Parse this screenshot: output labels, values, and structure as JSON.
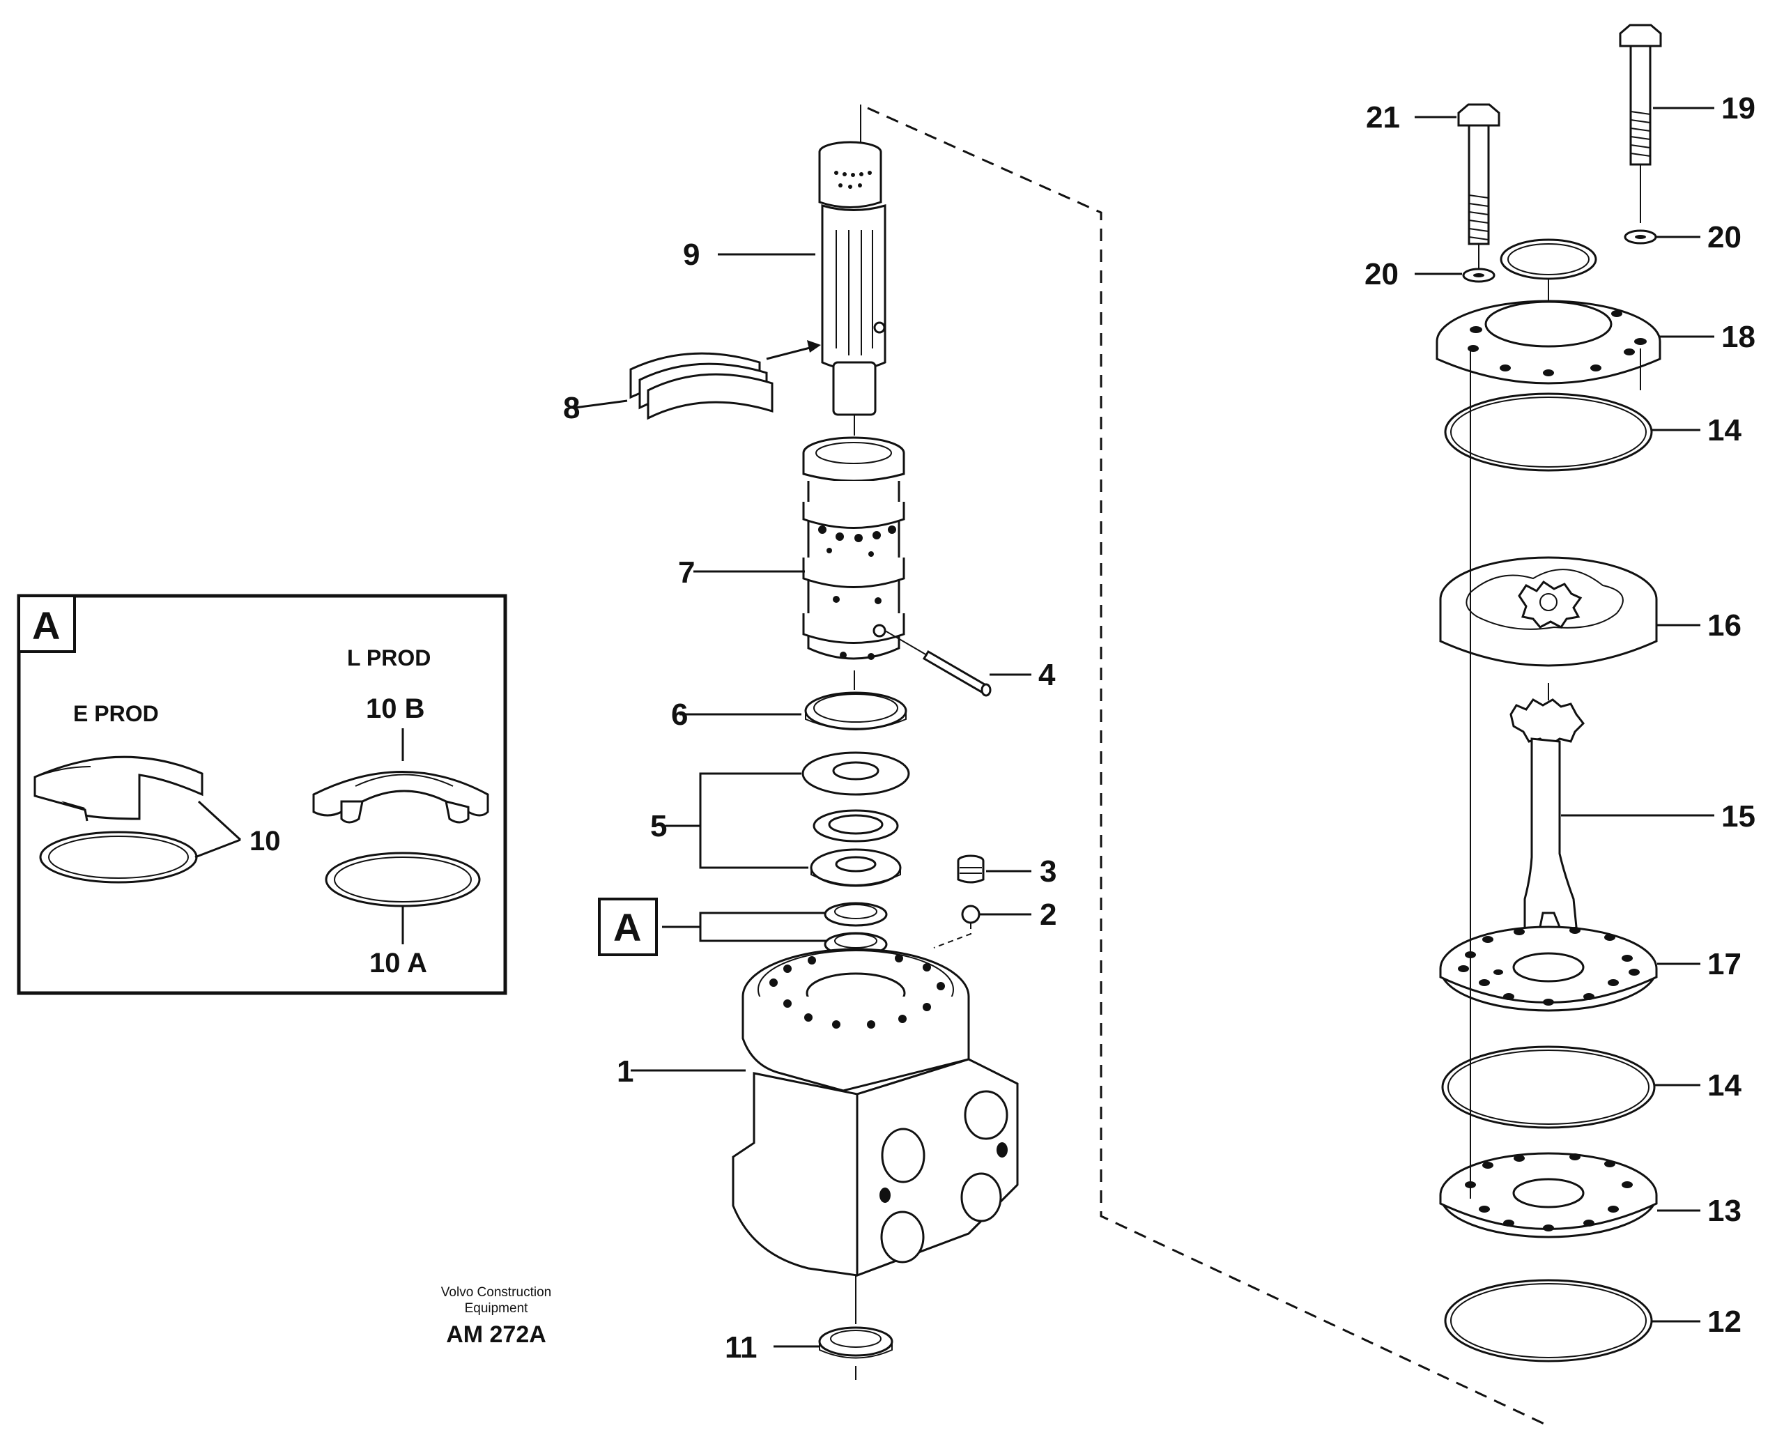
{
  "callouts": {
    "c1": "1",
    "c2": "2",
    "c3": "3",
    "c4": "4",
    "c5": "5",
    "c6": "6",
    "c7": "7",
    "c8": "8",
    "c9": "9",
    "c11": "11",
    "c12": "12",
    "c13": "13",
    "c14a": "14",
    "c14b": "14",
    "c15": "15",
    "c16": "16",
    "c17": "17",
    "c18": "18",
    "c19": "19",
    "c20a": "20",
    "c20b": "20",
    "c21": "21"
  },
  "detail_ref": "A",
  "inset": {
    "ref": "A",
    "e_prod": "E PROD",
    "l_prod": "L PROD",
    "label_10": "10",
    "label_10b": "10 B",
    "label_10a": "10 A"
  },
  "credit": {
    "line1": "Volvo Construction",
    "line2": "Equipment",
    "code": "AM 272A"
  }
}
